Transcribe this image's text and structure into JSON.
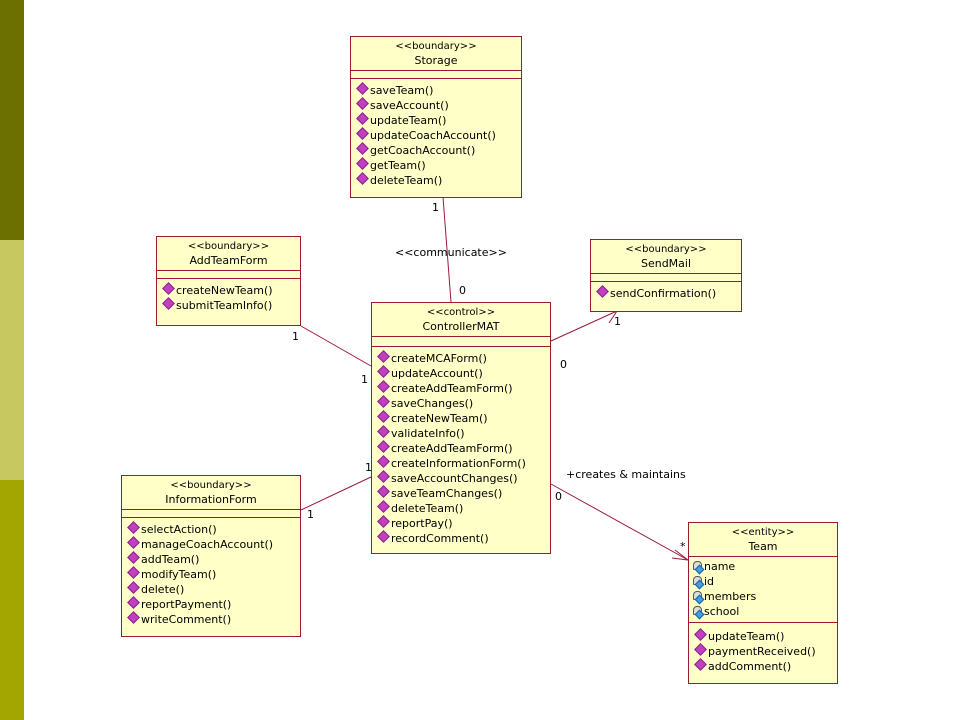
{
  "classes": {
    "storage": {
      "stereotype": "<<boundary>>",
      "name": "Storage",
      "ops": [
        "saveTeam()",
        "saveAccount()",
        "updateTeam()",
        "updateCoachAccount()",
        "getCoachAccount()",
        "getTeam()",
        "deleteTeam()"
      ]
    },
    "addteamform": {
      "stereotype": "<<boundary>>",
      "name": "AddTeamForm",
      "ops": [
        "createNewTeam()",
        "submitTeamInfo()"
      ]
    },
    "sendmail": {
      "stereotype": "<<boundary>>",
      "name": "SendMail",
      "ops": [
        "sendConfirmation()"
      ]
    },
    "controller": {
      "stereotype": "<<control>>",
      "name": "ControllerMAT",
      "ops": [
        "createMCAForm()",
        "updateAccount()",
        "createAddTeamForm()",
        "saveChanges()",
        "createNewTeam()",
        "validateInfo()",
        "createAddTeamForm()",
        "createInformationForm()",
        "saveAccountChanges()",
        "saveTeamChanges()",
        "deleteTeam()",
        "reportPay()",
        "recordComment()"
      ]
    },
    "informationform": {
      "stereotype": "<<boundary>>",
      "name": "InformationForm",
      "ops": [
        "selectAction()",
        "manageCoachAccount()",
        "addTeam()",
        "modifyTeam()",
        "delete()",
        "reportPayment()",
        "writeComment()"
      ]
    },
    "team": {
      "stereotype": "<<entity>>",
      "name": "Team",
      "attrs": [
        "name",
        "id",
        "members",
        "school"
      ],
      "ops": [
        "updateTeam()",
        "paymentReceived()",
        "addComment()"
      ]
    }
  },
  "labels": {
    "communicate": "<<communicate>>",
    "creates": "+creates & maintains",
    "m_storage_1": "1",
    "m_storage_0": "0",
    "m_add_1": "1",
    "m_add_1b": "1",
    "m_send_0": "0",
    "m_send_1": "1",
    "m_info_1": "1",
    "m_info_1b": "1",
    "m_team_0": "0",
    "m_team_star": "*"
  },
  "colors": {
    "border": "#9b1a3a",
    "fill": "#ffffc8",
    "method_icon": "#c040c0",
    "attr_icon": "#40a0e0"
  }
}
